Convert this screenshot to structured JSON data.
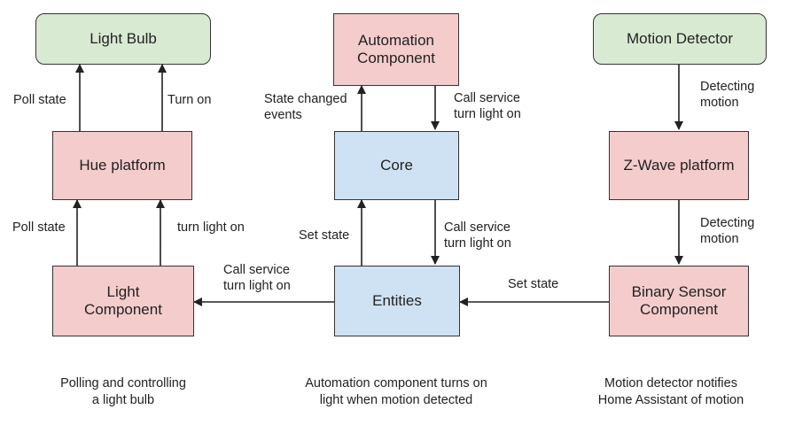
{
  "colors": {
    "device": "#d9ead3",
    "component": "#f4cccc",
    "core": "#cfe2f3",
    "stroke": "#333333"
  },
  "boxes": {
    "light_bulb": "Light Bulb",
    "hue_platform": "Hue platform",
    "light_component": "Light\nComponent",
    "automation_component": "Automation\nComponent",
    "core": "Core",
    "entities": "Entities",
    "motion_detector": "Motion Detector",
    "zwave_platform": "Z-Wave platform",
    "binary_sensor_component": "Binary Sensor\nComponent"
  },
  "edges": {
    "hue_poll_state": "Poll state",
    "hue_turn_on": "Turn on",
    "light_poll_state": "Poll state",
    "light_turn_light_on": "turn light on",
    "entities_call_service": "Call service\nturn light on",
    "state_changed_events": "State changed\nevents",
    "automation_call_service": "Call service\nturn light on",
    "set_state_core": "Set state",
    "core_call_service": "Call service\nturn light on",
    "motion_detecting": "Detecting\nmotion",
    "zwave_detecting": "Detecting\nmotion",
    "binary_set_state": "Set state"
  },
  "captions": {
    "left": "Polling and controlling\na light bulb",
    "middle": "Automation component turns on\nlight when motion detected",
    "right": "Motion detector notifies\nHome Assistant of motion"
  }
}
